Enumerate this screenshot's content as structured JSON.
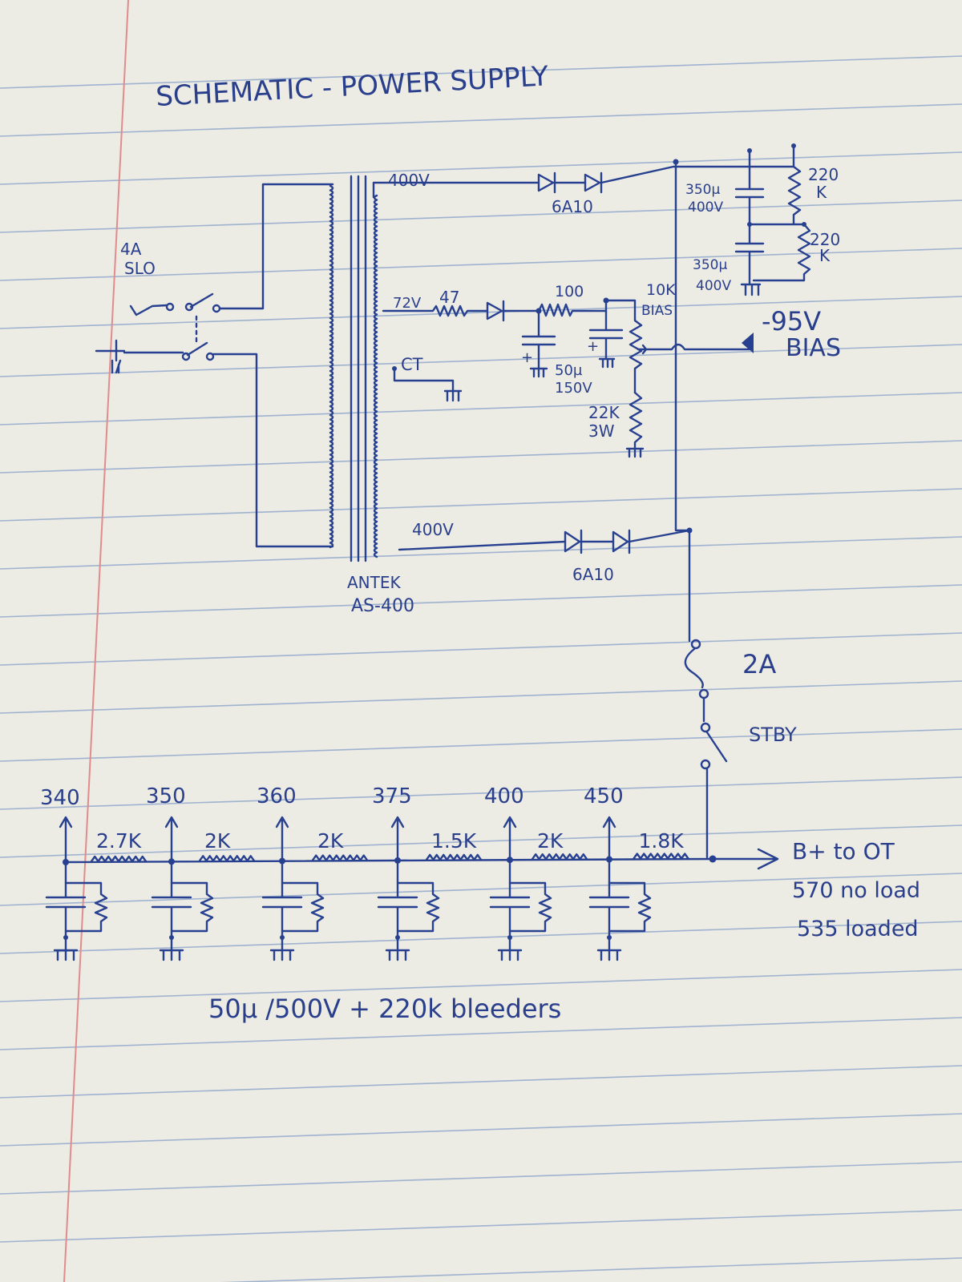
{
  "title": "SCHEMATIC - POWER SUPPLY",
  "colors": {
    "paper": "#ecebe4",
    "rule": "#9fb2cf",
    "margin": "#e08c8c",
    "ink": "#27408f"
  },
  "labels": {
    "fuse_main": [
      "4A",
      "SLO"
    ],
    "transformer": [
      "ANTEK",
      "AS-400"
    ],
    "hv_top": "400V",
    "hv_bottom": "400V",
    "bias_tap": "72V",
    "center_tap": "CT",
    "diode_top": "6A10",
    "diode_bottom": "6A10",
    "r47": "47",
    "r100": "100",
    "bias_pot": [
      "10K",
      "BIAS"
    ],
    "bias_caps": [
      "50µ",
      "150V"
    ],
    "r22k": [
      "22K",
      "3W"
    ],
    "bias_out": [
      "-95V",
      "BIAS"
    ],
    "reservoir_cap1": [
      "350µ",
      "400V"
    ],
    "reservoir_cap2": [
      "350µ",
      "400V"
    ],
    "reservoir_r1": [
      "220",
      "K"
    ],
    "reservoir_r2": [
      "220",
      "K"
    ],
    "fuse_ht": "2A",
    "standby": "STBY",
    "bplus": [
      "B+ to OT",
      "570 no load",
      "535 loaded"
    ],
    "filter_note": "50µ /500V + 220k bleeders"
  },
  "nodes": {
    "voltages": [
      "340",
      "350",
      "360",
      "375",
      "400",
      "450"
    ],
    "resistors": [
      "2.7K",
      "2K",
      "2K",
      "1.5K",
      "2K",
      "1.8K"
    ]
  }
}
